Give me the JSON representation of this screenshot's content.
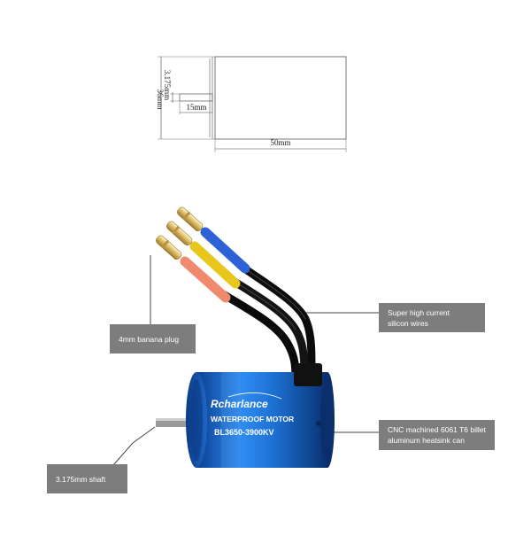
{
  "drawing": {
    "dim_length": "50mm",
    "dim_diameter": "36mm",
    "dim_shaft_dia": "3.175mm",
    "dim_shaft_len": "15mm"
  },
  "motor": {
    "brand": "Rcharlance",
    "line1": "WATERPROOF MOTOR",
    "line2": "BL3650-3900KV"
  },
  "callouts": {
    "wires": [
      "Super high current",
      "silicon wires"
    ],
    "plug": "4mm banana plug",
    "can": [
      "CNC machined 6061 T6 billet",
      "aluminum heatsink can"
    ],
    "shaft": "3.175mm shaft"
  },
  "colors": {
    "can_blue": "#1c6fd1",
    "sleeve_blue": "#2c62d6",
    "sleeve_yellow": "#e8c61c",
    "sleeve_salmon": "#f08a6e",
    "callout_bg": "#7d7d7d"
  }
}
